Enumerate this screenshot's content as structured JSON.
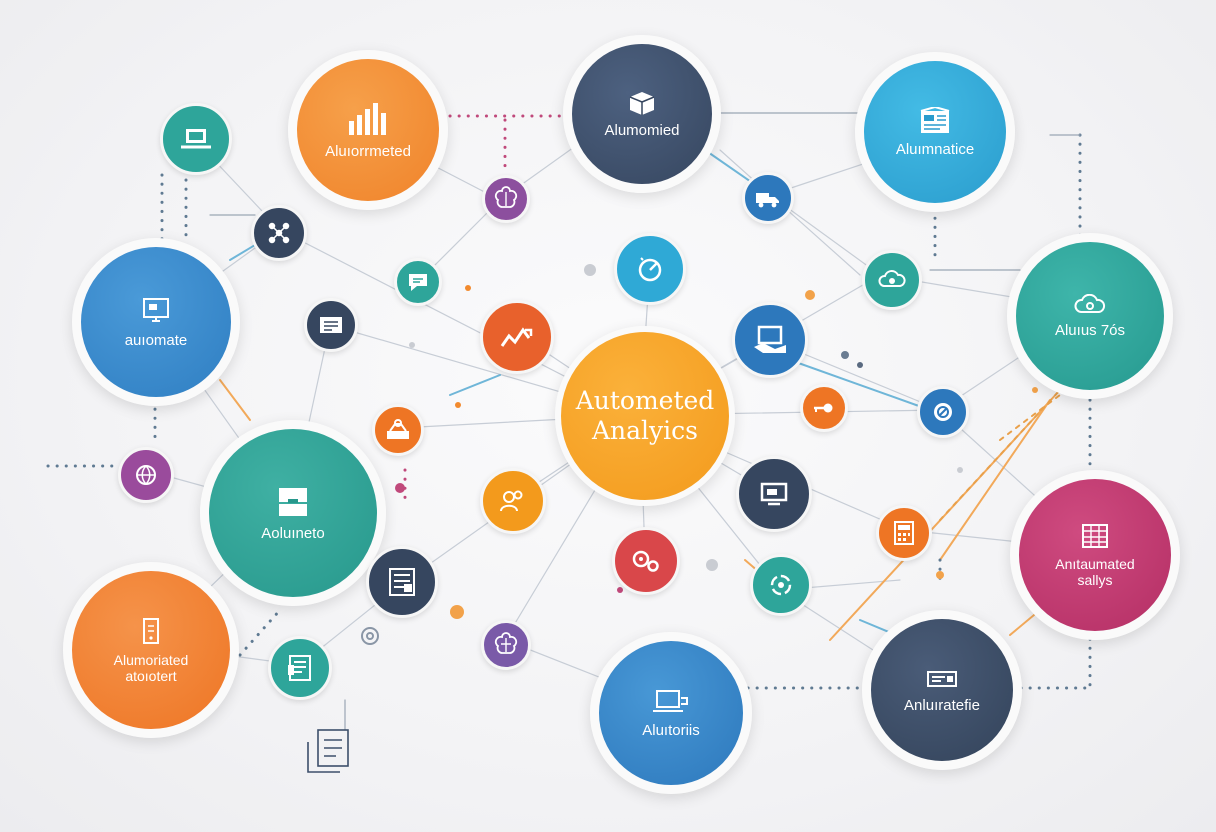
{
  "colors": {
    "orange": "#f28a2e",
    "amber": "#f7a21c",
    "navy": "#3d4f6b",
    "blue": "#3a88c9",
    "sky": "#2fa9d6",
    "teal": "#2ea59a",
    "magenta": "#c2396f",
    "purple": "#8c5aa8",
    "red": "#d9474a"
  },
  "center": {
    "line1": "Autometed",
    "line2": "Analyics"
  },
  "hubs": {
    "top_left_orange": {
      "label": "Aluıorrmeted",
      "icon": "bar-chart-icon"
    },
    "top_center_navy": {
      "label": "Alumomied",
      "icon": "box-icon"
    },
    "top_right_sky": {
      "label": "Aluımnatice",
      "icon": "dashboard-icon"
    },
    "left_blue": {
      "label": "auıomate",
      "icon": "monitor-icon"
    },
    "right_teal": {
      "label": "Aluıus 7ós",
      "icon": "cloud-icon"
    },
    "mid_left_teal": {
      "label": "Aoluıneto",
      "icon": "server-icon"
    },
    "right_magenta": {
      "line1": "Anıtaumated",
      "line2": "sallys",
      "icon": "spreadsheet-icon"
    },
    "bottom_left_orange": {
      "line1": "Alumoriated",
      "line2": "atoıotert",
      "icon": "mobile-icon"
    },
    "bottom_center_blue": {
      "label": "Aluıtoriis",
      "icon": "laptop-icon"
    },
    "bottom_right_navy": {
      "label": "Anluıratefie",
      "icon": "card-icon"
    }
  }
}
